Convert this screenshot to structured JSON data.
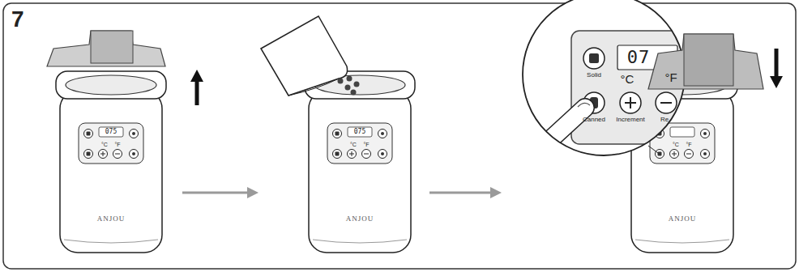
{
  "diagram": {
    "labels": [
      "7",
      "075",
      "°C",
      "°F",
      "ANJOU",
      "075",
      "°C",
      "°F",
      "ANJOU",
      "07",
      "°C",
      "°F",
      "Solid",
      "Canned",
      "Increment",
      "Re",
      "°C",
      "°F",
      "ANJOU"
    ]
  }
}
